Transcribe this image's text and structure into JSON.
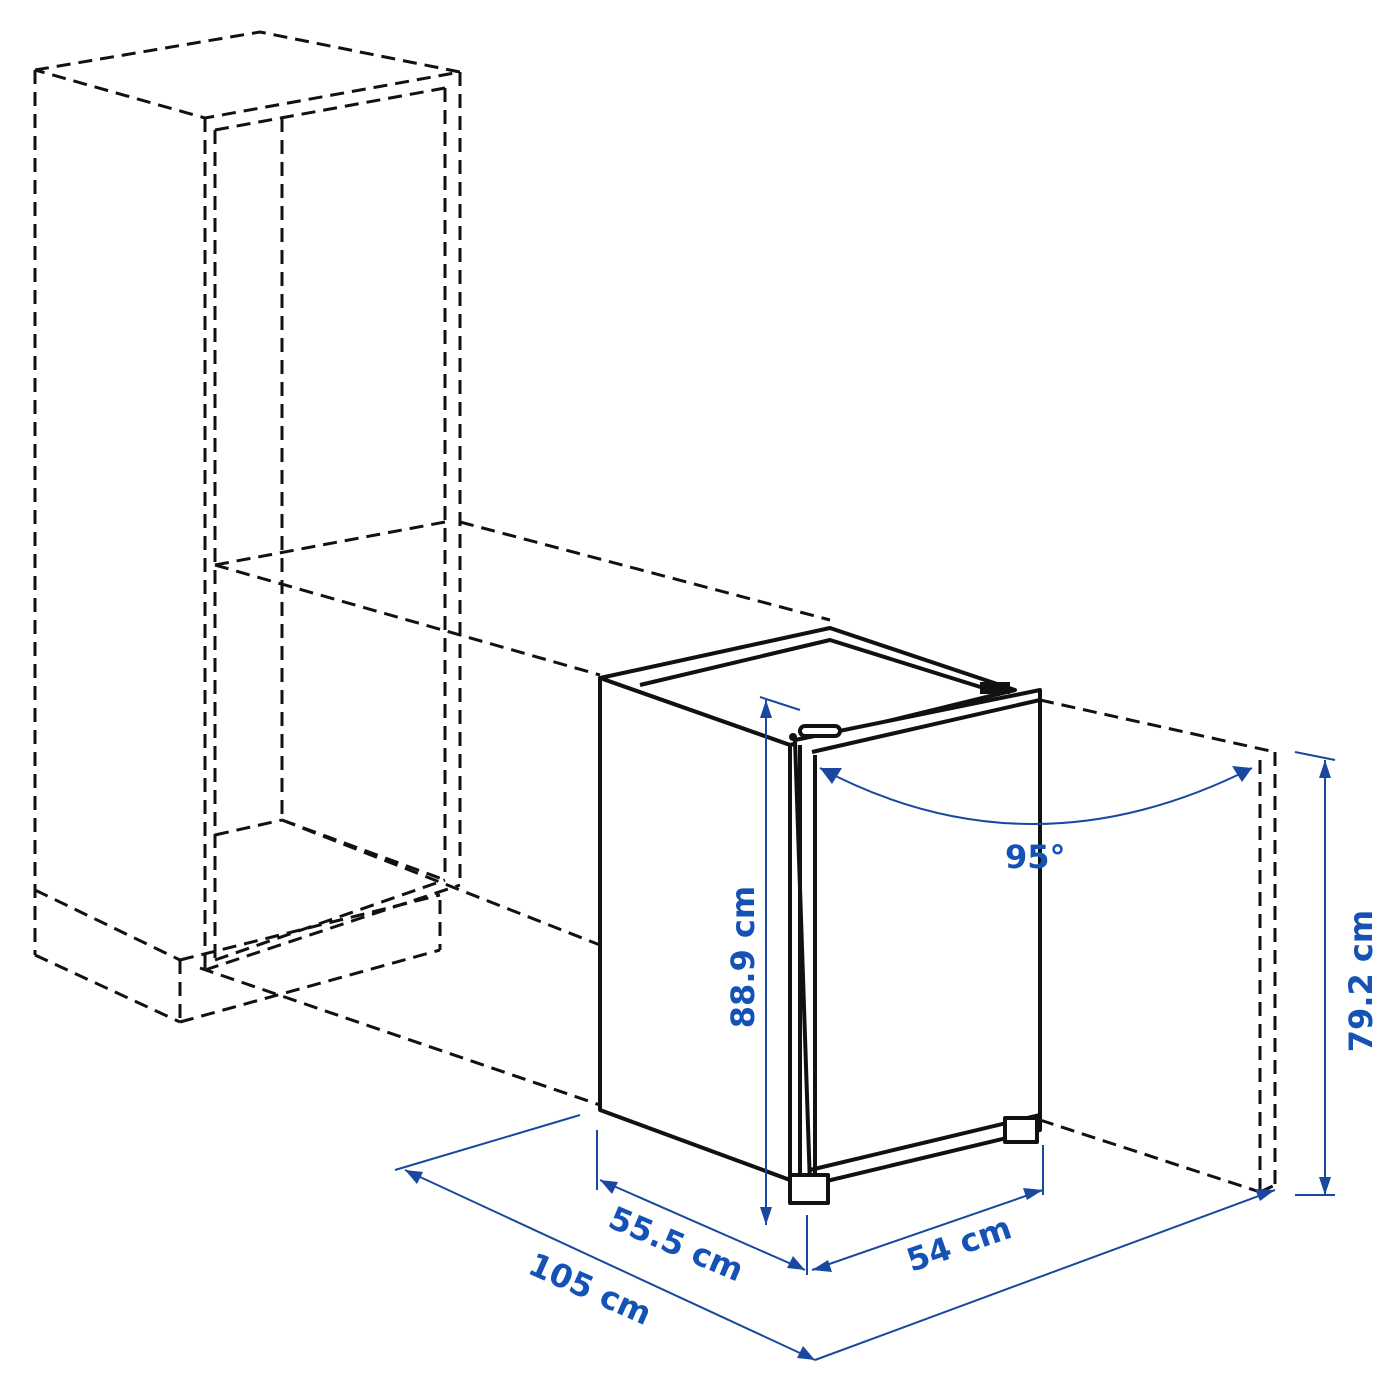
{
  "diagram": {
    "subject": "built-in under-counter fridge with dimensions",
    "accent_color": "#1552b5",
    "line_color": "#111111",
    "dimensions": {
      "door_angle": "95°",
      "height_unit": "88.9 cm",
      "niche_height": "79.2 cm",
      "depth": "55.5 cm",
      "width": "54 cm",
      "total_depth_with_door": "105 cm"
    }
  }
}
